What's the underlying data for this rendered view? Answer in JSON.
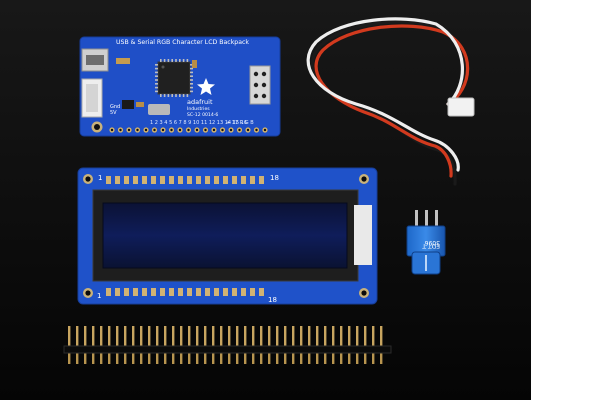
{
  "backpack": {
    "title": "USB & Serial RGB Character LCD Backpack",
    "brand": "adafruit",
    "brand_sub": "Industries",
    "code": "SC-12 0014-6",
    "labels": [
      "Gnd",
      "5V"
    ],
    "pin_numbers": "1 2 3 4 5 6 7 8 9 10 11 12 13 14 15 16",
    "pin_letters": "+ 17 R G B"
  },
  "lcd": {
    "pin_first_top": "1",
    "pin_last_top": "18",
    "pin_first_bottom": "1",
    "pin_last_bottom": "18"
  },
  "potentiometer": {
    "label_line1": "3096",
    "label_line2": "EDT T"
  },
  "colors": {
    "background": "#0b0b0b",
    "pcb_blue": "#1f4fc7",
    "lcd_face": "#0c1640",
    "wire_red": "#d23a1e",
    "wire_white": "#eeeeee",
    "wire_black": "#1a1a1a",
    "header_gold": "#c8a560"
  },
  "icons": [
    "usb-connector-icon",
    "chip-icon",
    "star-logo-icon",
    "jst-connector-icon"
  ]
}
